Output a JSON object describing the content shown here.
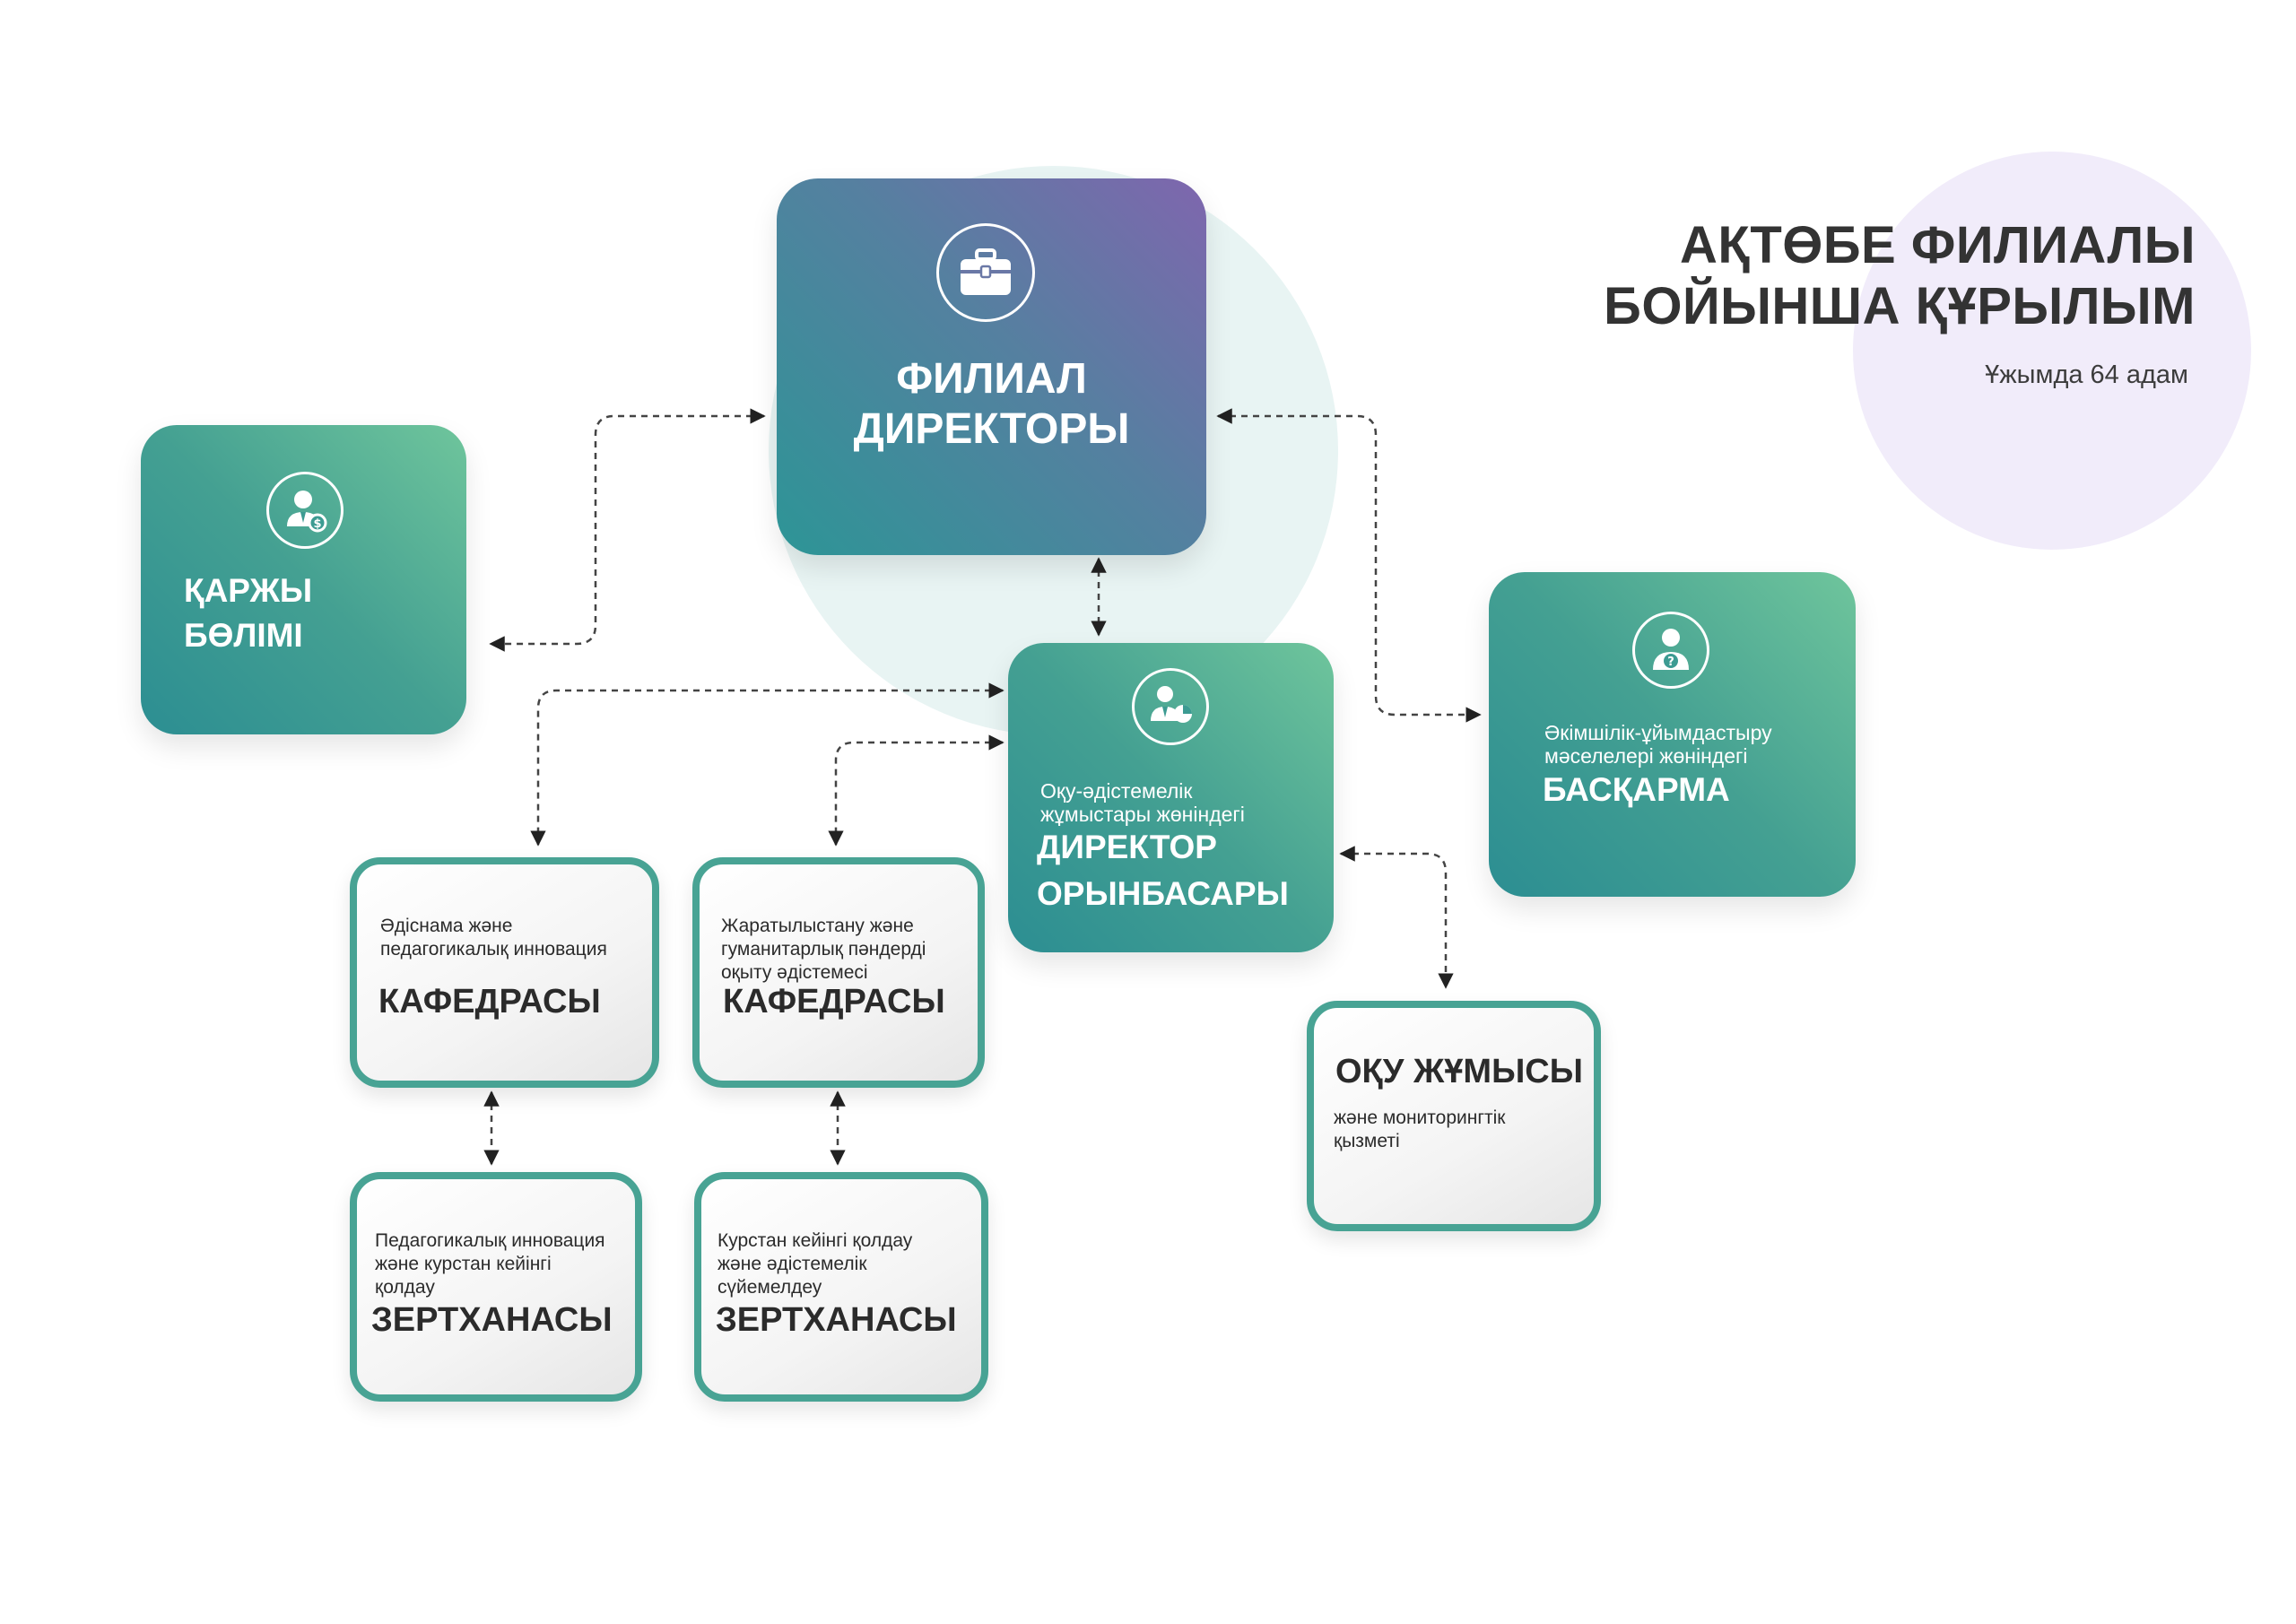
{
  "title": {
    "line1": "АҚТӨБЕ ФИЛИАЛЫ",
    "line2": "БОЙЫНША ҚҰРЫЛЫМ",
    "subtitle": "Ұжымда 64 адам"
  },
  "nodes": {
    "director": {
      "line1": "ФИЛИАЛ",
      "line2": "ДИРЕКТОРЫ",
      "icon": "briefcase-icon"
    },
    "finance": {
      "line1": "ҚАРЖЫ",
      "line2": "БӨЛІМІ",
      "icon": "finance-person-icon"
    },
    "deputy": {
      "sub1": "Оқу-әдістемелік",
      "sub2": "жұмыстары жөніндегі",
      "line1": "ДИРЕКТОР",
      "line2": "ОРЫНБАСАРЫ",
      "icon": "presenter-chart-icon"
    },
    "admin": {
      "sub1": "Әкімшілік-ұйымдастыру",
      "sub2": "мәселелері жөніндегі",
      "line1": "БАСҚАРМА",
      "icon": "question-person-icon"
    },
    "dept1": {
      "sub1": "Әдіснама және",
      "sub2": "педагогикалық инновация",
      "main": "КАФЕДРАСЫ"
    },
    "dept2": {
      "sub1": "Жаратылыстану және",
      "sub2": "гуманитарлық пәндерді",
      "sub3": "оқыту әдістемесі",
      "main": "КАФЕДРАСЫ"
    },
    "lab1": {
      "sub1": "Педагогикалық инновация",
      "sub2": "және курстан кейінгі",
      "sub3": "қолдау",
      "main": "ЗЕРТХАНАСЫ"
    },
    "lab2": {
      "sub1": "Курстан кейінгі қолдау",
      "sub2": "және әдістемелік",
      "sub3": "сүйемелдеу",
      "main": "ЗЕРТХАНАСЫ"
    },
    "study": {
      "main": "ОҚУ ЖҰМЫСЫ",
      "sub1": "және мониторингтік",
      "sub2": "қызметі"
    }
  },
  "colors": {
    "teal": "#48a394",
    "purple": "#7f66ae",
    "connector": "#333333"
  }
}
